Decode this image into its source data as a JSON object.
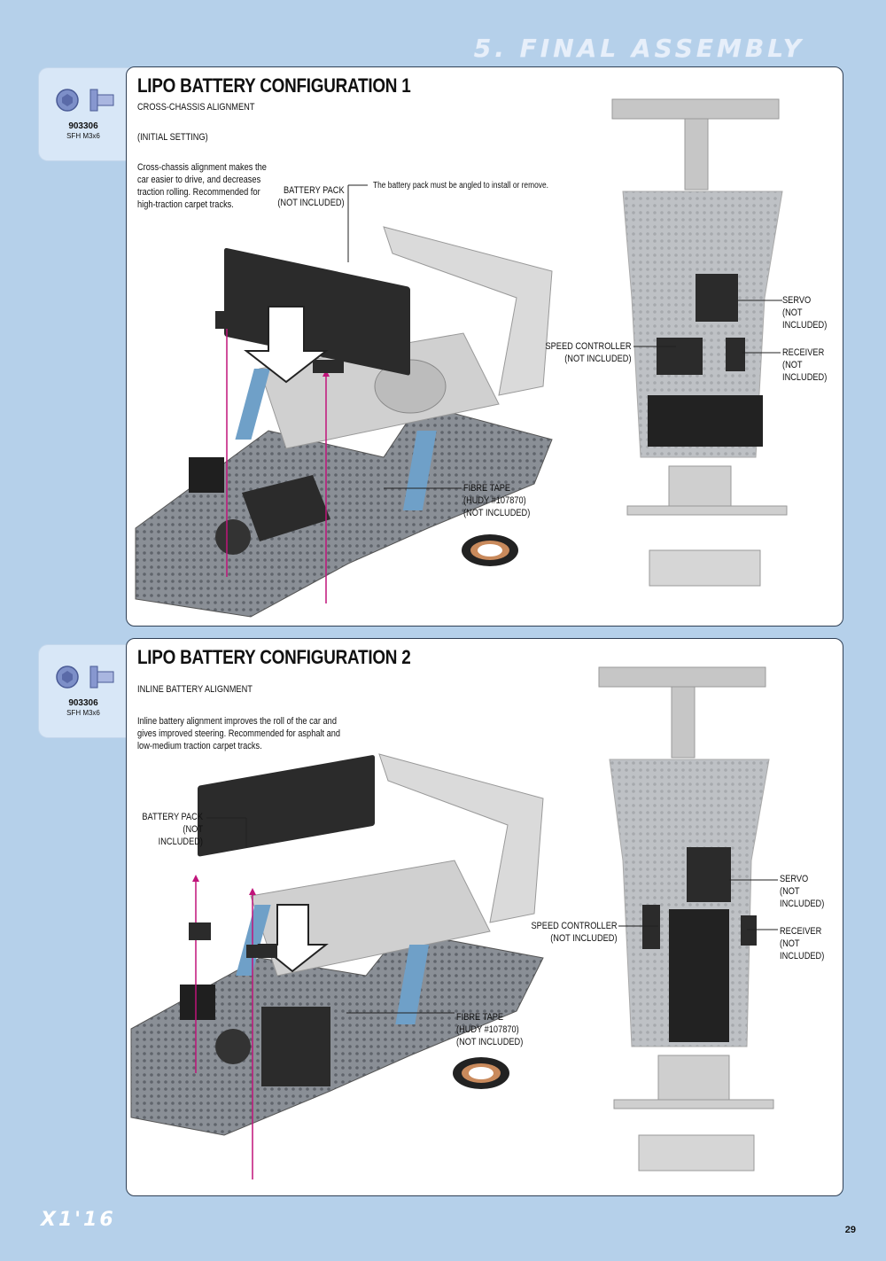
{
  "header": {
    "section_title": "5. FINAL ASSEMBLY"
  },
  "parts": [
    {
      "code": "903306",
      "desc": "SFH M3x6"
    },
    {
      "code": "903306",
      "desc": "SFH M3x6"
    }
  ],
  "config1": {
    "title": "LIPO BATTERY CONFIGURATION 1",
    "subtitle": "CROSS-CHASSIS ALIGNMENT",
    "note": "(INITIAL SETTING)",
    "description": [
      "Cross-chassis alignment makes the",
      "car easier to drive, and decreases",
      "traction rolling.  Recommended for",
      "high-traction carpet tracks."
    ],
    "battery_label": [
      "BATTERY PACK",
      "(NOT INCLUDED)"
    ],
    "angle_note": "The battery pack must be angled to install or remove.",
    "fibre_label": [
      "FIBRE TAPE",
      "(HUDY #107870)",
      "(NOT INCLUDED)"
    ],
    "servo_label": [
      "SERVO",
      "(NOT INCLUDED)"
    ],
    "speed_label": [
      "SPEED CONTROLLER",
      "(NOT INCLUDED)"
    ],
    "receiver_label": [
      "RECEIVER",
      "(NOT INCLUDED)"
    ]
  },
  "config2": {
    "title": "LIPO BATTERY CONFIGURATION 2",
    "subtitle": "INLINE BATTERY ALIGNMENT",
    "description": [
      "Inline battery alignment improves the roll of the car and",
      "gives improved steering. Recommended for asphalt and",
      "low-medium traction carpet tracks."
    ],
    "battery_label": [
      "BATTERY PACK",
      "(NOT INCLUDED)"
    ],
    "fibre_label": [
      "FIBRE TAPE",
      "(HUDY #107870)",
      "(NOT INCLUDED)"
    ],
    "servo_label": [
      "SERVO",
      "(NOT INCLUDED)"
    ],
    "speed_label": [
      "SPEED CONTROLLER",
      "(NOT INCLUDED)"
    ],
    "receiver_label": [
      "RECEIVER",
      "(NOT INCLUDED)"
    ]
  },
  "footer": {
    "logo": "X1'16",
    "page_number": "29"
  },
  "colors": {
    "page_bg": "#b5d0ea",
    "tab_bg": "#d8e7f7",
    "panel_border": "#2f3f55",
    "arrow": "#c0147a"
  }
}
